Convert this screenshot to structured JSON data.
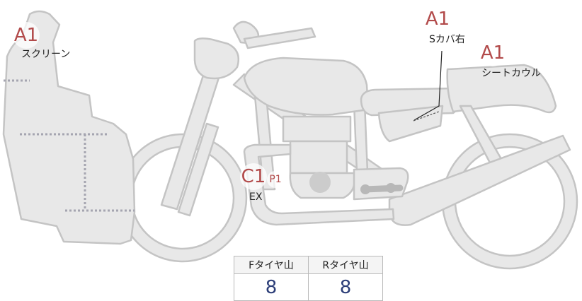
{
  "annotations": {
    "screen": {
      "grade": "A1",
      "label": "スクリーン"
    },
    "side_cover_right": {
      "grade": "A1",
      "label": "Sカバ右"
    },
    "seat_cowl": {
      "grade": "A1",
      "label": "シートカウル"
    },
    "exhaust": {
      "grade": "C1",
      "sub_grade": "P1",
      "label": "EX"
    }
  },
  "tread_table": {
    "headers": [
      "Fタイヤ山",
      "Rタイヤ山"
    ],
    "values": [
      "8",
      "8"
    ]
  },
  "colors": {
    "part_fill": "#e8e8e8",
    "part_stroke": "#c4c4c4",
    "grade_text": "#b24a4a",
    "tread_value": "#2c3e78"
  }
}
